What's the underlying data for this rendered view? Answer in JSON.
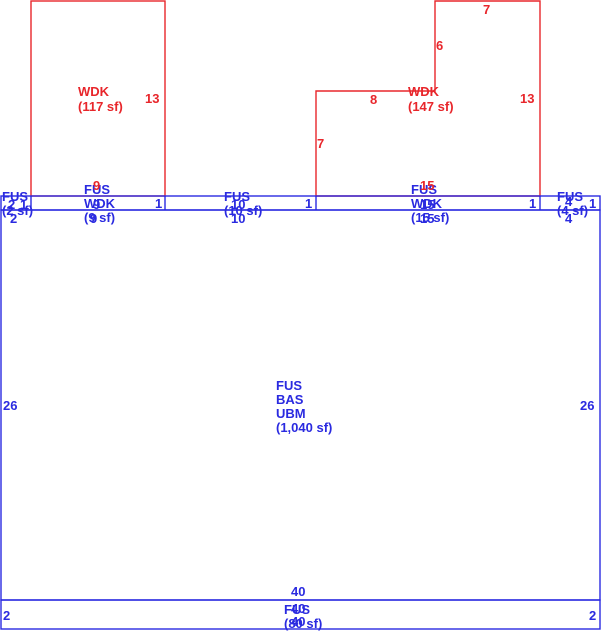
{
  "colors": {
    "wood_deck": "#e8262b",
    "building": "#2a2ae0"
  },
  "areas": {
    "wdk_left": {
      "lines": [
        "WDK",
        "(117 sf)"
      ]
    },
    "wdk_right": {
      "lines": [
        "WDK",
        "(147 sf)"
      ]
    },
    "fus_left_end": {
      "lines": [
        "FUS",
        "(2 sf)"
      ]
    },
    "fus_wdk_left": {
      "lines": [
        "FUS",
        "WDK",
        "(9 sf)"
      ]
    },
    "fus_mid": {
      "lines": [
        "FUS",
        "(10 sf)"
      ]
    },
    "fus_wdk_right": {
      "lines": [
        "FUS",
        "WDK",
        "(15 sf)"
      ]
    },
    "fus_right_end": {
      "lines": [
        "FUS",
        "(4 sf)"
      ]
    },
    "main": {
      "lines": [
        "FUS",
        "BAS",
        "UBM",
        "(1,040 sf)"
      ]
    },
    "bottom_strip": {
      "lines": [
        "FUS",
        "(80 sf)"
      ]
    }
  },
  "dimensions": {
    "red": {
      "wdk_left_side": "13",
      "wdk_left_bottom": "9",
      "wdk_right_top": "7",
      "wdk_right_notch_vertical": "6",
      "wdk_right_notch_horizontal": "8",
      "wdk_right_left_side": "7",
      "wdk_right_side": "13",
      "wdk_right_bottom": "15"
    },
    "blue": {
      "strip_left_end_top": "2",
      "strip_left_end_side": "1",
      "strip_left_end_bottom": "2",
      "strip_wdk_left_top": "9",
      "strip_wdk_left_bottom": "9",
      "strip_wdk_left_side": "1",
      "strip_mid_top": "10",
      "strip_mid_bottom": "10",
      "strip_mid_side": "1",
      "strip_wdk_right_top": "15",
      "strip_wdk_right_bottom": "15",
      "strip_wdk_right_side": "1",
      "strip_right_end_top": "4",
      "strip_right_end_bottom": "4",
      "strip_right_end_side": "1",
      "main_left": "26",
      "main_right": "26",
      "main_bottom": "40",
      "bottom_strip_top": "40",
      "bottom_strip_bottom": "40",
      "bottom_strip_left": "2",
      "bottom_strip_right": "2"
    }
  }
}
